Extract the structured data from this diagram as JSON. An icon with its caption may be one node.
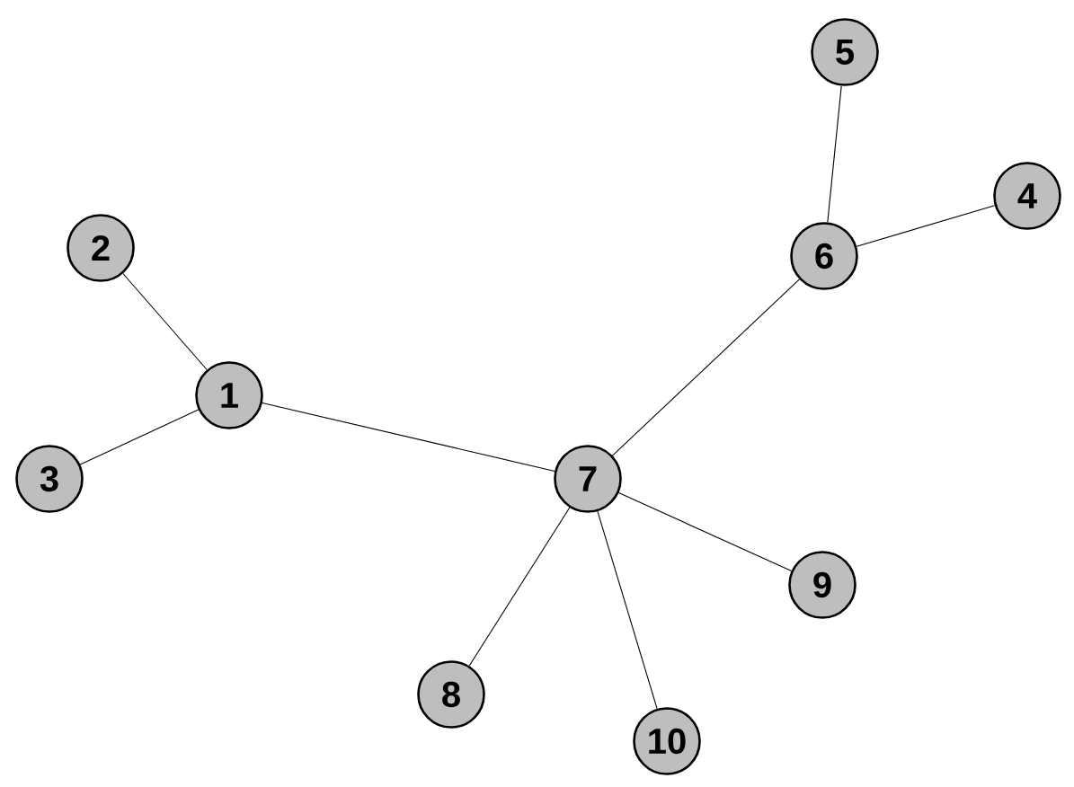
{
  "diagram": {
    "nodes": [
      {
        "text": [
          "1"
        ]
      },
      {
        "text": [
          "2"
        ]
      },
      {
        "text": [
          "3"
        ]
      },
      {
        "text": [
          "4"
        ]
      },
      {
        "text": [
          "5"
        ]
      },
      {
        "text": [
          "6"
        ]
      },
      {
        "text": [
          "7"
        ]
      },
      {
        "text": [
          "8"
        ]
      },
      {
        "text": [
          "9"
        ]
      },
      {
        "text": [
          "10"
        ]
      }
    ],
    "edges": [
      {
        "from": 1,
        "to": 0,
        "arrow": "none"
      },
      {
        "from": 2,
        "to": 0,
        "arrow": "none"
      },
      {
        "from": 0,
        "to": 6,
        "arrow": "none"
      },
      {
        "from": 6,
        "to": 5,
        "arrow": "none"
      },
      {
        "from": 5,
        "to": 4,
        "arrow": "none"
      },
      {
        "from": 5,
        "to": 3,
        "arrow": "none"
      },
      {
        "from": 6,
        "to": 8,
        "arrow": "none"
      },
      {
        "from": 6,
        "to": 7,
        "arrow": "none"
      },
      {
        "from": 6,
        "to": 9,
        "arrow": "none"
      }
    ]
  }
}
